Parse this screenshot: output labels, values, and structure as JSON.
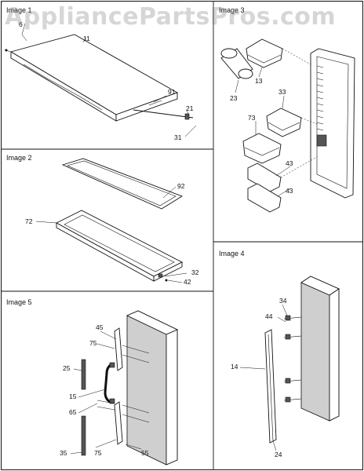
{
  "watermark": "AppliancePartsPros.com",
  "panels": {
    "image1": {
      "title": "Image 1",
      "callouts": [
        "6",
        "11",
        "91",
        "21",
        "31"
      ]
    },
    "image2": {
      "title": "Image 2",
      "callouts": [
        "92",
        "72",
        "32",
        "42"
      ]
    },
    "image3": {
      "title": "Image 3",
      "callouts": [
        "13",
        "23",
        "33",
        "73",
        "43",
        "43"
      ]
    },
    "image4": {
      "title": "Image 4",
      "callouts": [
        "34",
        "44",
        "14",
        "24"
      ]
    },
    "image5": {
      "title": "Image 5",
      "callouts": [
        "45",
        "75",
        "25",
        "15",
        "65",
        "35",
        "75",
        "55"
      ]
    }
  }
}
